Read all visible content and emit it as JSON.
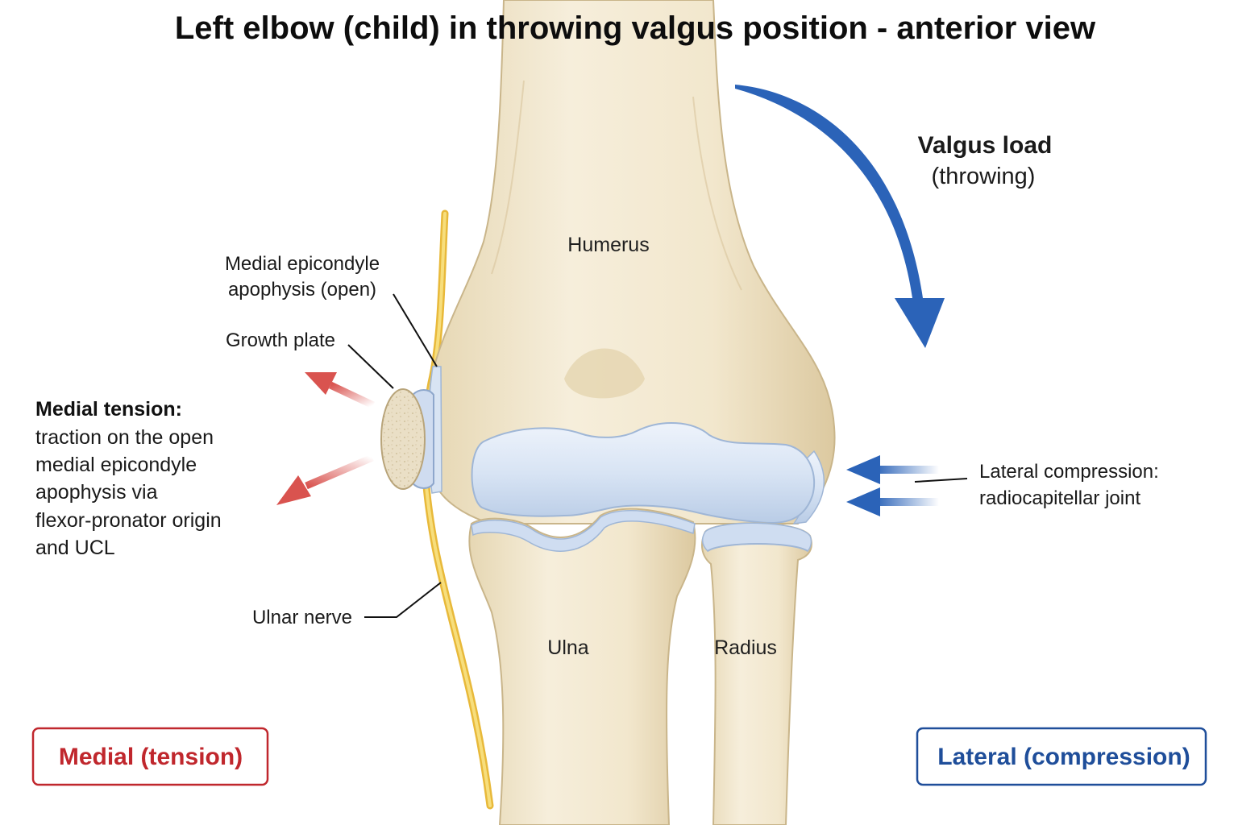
{
  "title": "Left elbow (child) in throwing valgus position - anterior view",
  "bones": {
    "humerus": "Humerus",
    "ulna": "Ulna",
    "radius": "Radius"
  },
  "callouts": {
    "apophysis": [
      "Medial epicondyle",
      "apophysis (open)"
    ],
    "growth_plate": "Growth plate",
    "ulnar_nerve": "Ulnar nerve",
    "lateral_compression": [
      "Lateral compression:",
      "radiocapitellar joint"
    ]
  },
  "medial_tension": {
    "heading": "Medial tension:",
    "lines": [
      "traction on the open",
      "medial epicondyle",
      "apophysis via",
      "flexor-pronator origin",
      "and UCL"
    ]
  },
  "valgus_load": {
    "heading": "Valgus load",
    "sub": "(throwing)"
  },
  "boxes": {
    "medial": "Medial (tension)",
    "lateral": "Lateral (compression)"
  },
  "colors": {
    "medial_red": "#c0272d",
    "lateral_blue": "#1f4e9a",
    "arrow_blue": "#2b63b8",
    "bone": "#f1e6cc",
    "cartilage": "#d6e3f3",
    "nerve": "#f0c94a"
  }
}
